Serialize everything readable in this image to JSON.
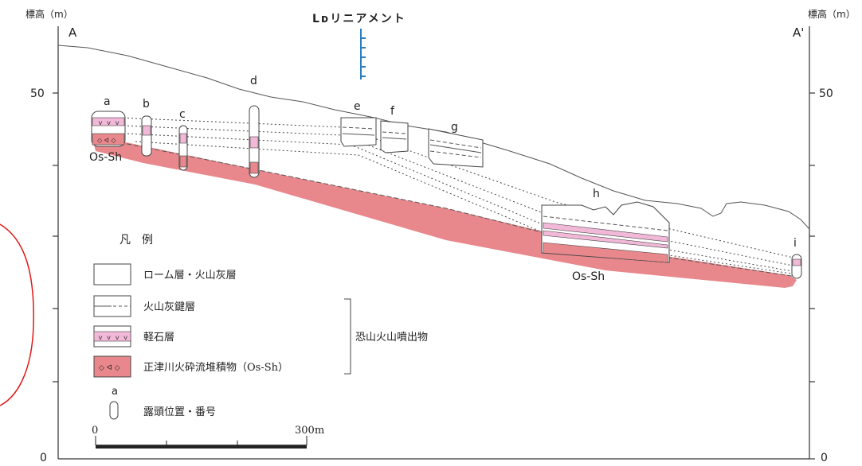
{
  "axis": {
    "left_unit": "標高（m）",
    "right_unit": "標高（m）",
    "ticks": [
      "50",
      "0"
    ],
    "left_end": "A",
    "right_end": "A'"
  },
  "lineament": {
    "label": "Lᴅリニアメント"
  },
  "outcrops": [
    {
      "label": "a"
    },
    {
      "label": "b"
    },
    {
      "label": "c"
    },
    {
      "label": "d"
    },
    {
      "label": "e"
    },
    {
      "label": "f"
    },
    {
      "label": "g"
    },
    {
      "label": "h"
    },
    {
      "label": "i"
    }
  ],
  "os_sh_labels": [
    "Os-Sh",
    "Os-Sh"
  ],
  "legend": {
    "title": "凡　例",
    "items": [
      {
        "label": "ローム層・火山灰層"
      },
      {
        "label": "火山灰鍵層"
      },
      {
        "label": "軽石層"
      },
      {
        "label": "正津川火砕流堆積物（Os-Sh）"
      }
    ],
    "bracket_label": "恐山火山噴出物",
    "outcrop_symbol_letter": "a",
    "outcrop_symbol_label": "露頭位置・番号",
    "scale_start": "0",
    "scale_end": "300m"
  },
  "colors": {
    "os_sh_fill": "#e8888c",
    "pumice_fill": "#f2b8d8",
    "lineament_blue": "#2a7fc0",
    "annotation_red": "#e01818"
  }
}
